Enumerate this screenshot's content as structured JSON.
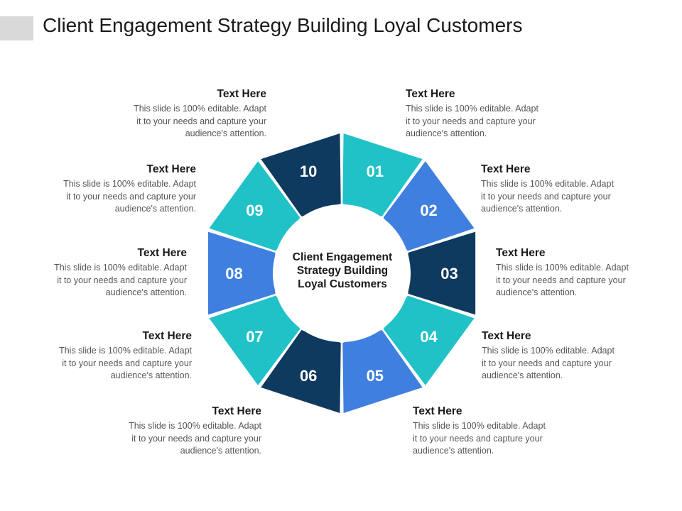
{
  "title": "Client Engagement Strategy Building Loyal Customers",
  "center": {
    "lines": [
      "Client Engagement",
      "Strategy Building",
      "Loyal Customers"
    ]
  },
  "colors": {
    "teal": "#21c1c8",
    "blue": "#3f7fe0",
    "navy": "#0f3a5f",
    "title_bar": "#d9d9d9"
  },
  "segments": [
    {
      "number": "01",
      "color": "teal"
    },
    {
      "number": "02",
      "color": "blue"
    },
    {
      "number": "03",
      "color": "navy"
    },
    {
      "number": "04",
      "color": "teal"
    },
    {
      "number": "05",
      "color": "blue"
    },
    {
      "number": "06",
      "color": "navy"
    },
    {
      "number": "07",
      "color": "teal"
    },
    {
      "number": "08",
      "color": "blue"
    },
    {
      "number": "09",
      "color": "teal"
    },
    {
      "number": "10",
      "color": "navy"
    }
  ],
  "text_blocks": [
    {
      "heading": "Text Here",
      "lines": [
        "This slide is 100% editable. Adapt",
        "it to your needs and capture your",
        "audience's attention."
      ]
    },
    {
      "heading": "Text Here",
      "lines": [
        "This slide is 100% editable. Adapt",
        "it to your needs and capture your",
        "audience's attention."
      ]
    },
    {
      "heading": "Text Here",
      "lines": [
        "This slide is 100% editable. Adapt",
        "it to your needs and capture your",
        "audience's attention."
      ]
    },
    {
      "heading": "Text Here",
      "lines": [
        "This slide is 100% editable. Adapt",
        "it to your needs and capture your",
        "audience's attention."
      ]
    },
    {
      "heading": "Text Here",
      "lines": [
        "This slide is 100% editable. Adapt",
        "it to your needs and capture your",
        "audience's attention."
      ]
    },
    {
      "heading": "Text Here",
      "lines": [
        "This slide is 100% editable. Adapt",
        "it to your needs and capture your",
        "audience's attention."
      ]
    },
    {
      "heading": "Text Here",
      "lines": [
        "This slide is 100% editable. Adapt",
        "it to your needs and capture your",
        "audience's attention."
      ]
    },
    {
      "heading": "Text Here",
      "lines": [
        "This slide is 100% editable. Adapt",
        "it to your needs and capture your",
        "audience's attention."
      ]
    },
    {
      "heading": "Text Here",
      "lines": [
        "This slide is 100% editable. Adapt",
        "it to your needs and capture your",
        "audience's attention."
      ]
    },
    {
      "heading": "Text Here",
      "lines": [
        "This slide is 100% editable. Adapt",
        "it to your needs and capture your",
        "audience's attention."
      ]
    }
  ]
}
